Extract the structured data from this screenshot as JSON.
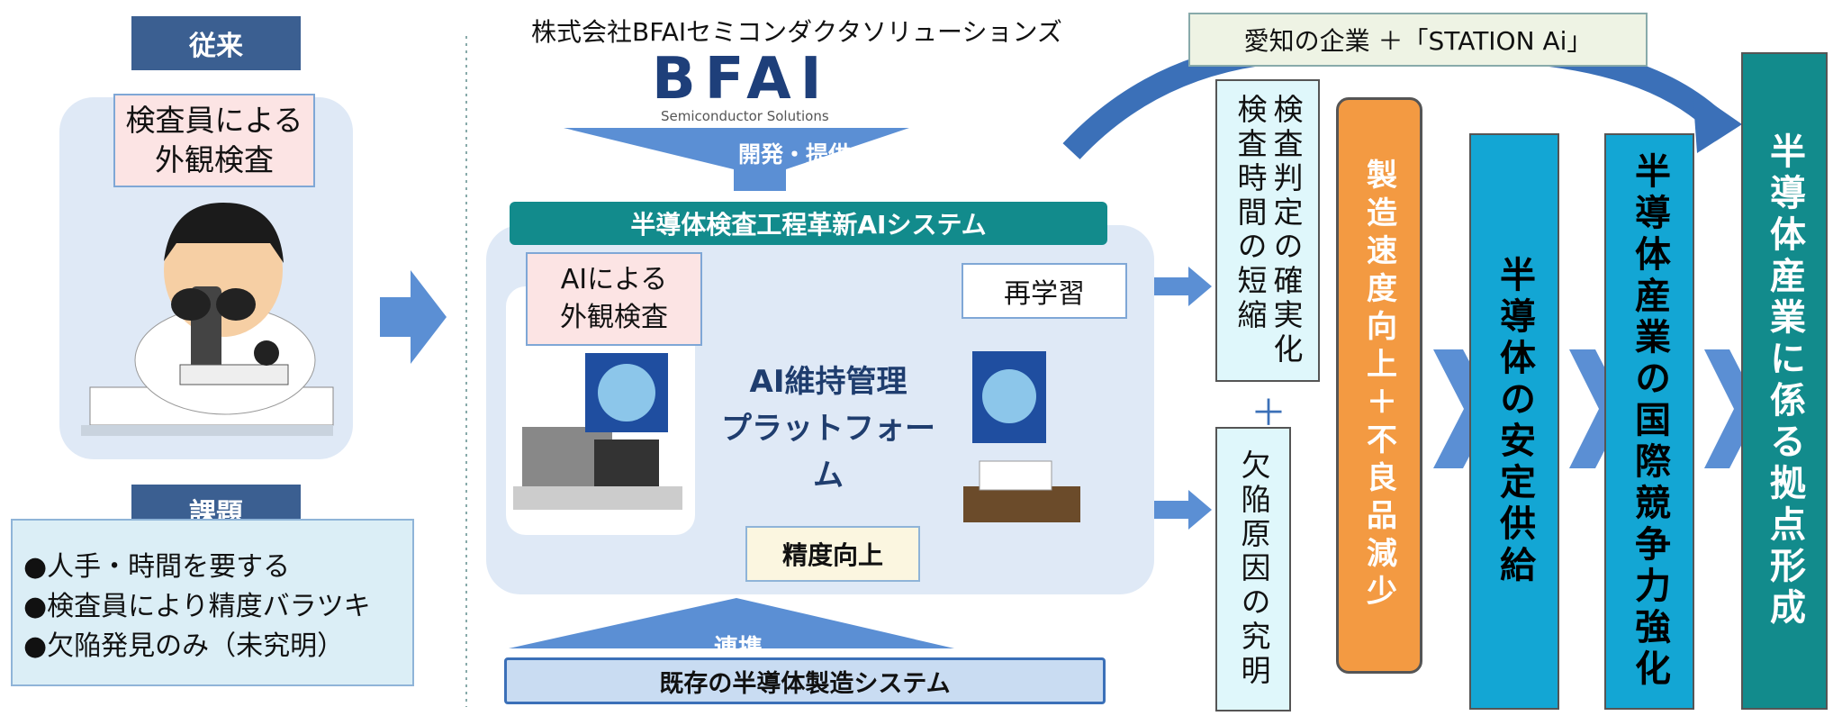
{
  "left": {
    "conventional_header": "従来",
    "inspector_box": "検査員による\n外観検査",
    "issues_header": "課題",
    "issues": [
      "●人手・時間を要する",
      "●検査員により精度バラツキ",
      "●欠陥発見のみ（未究明）"
    ]
  },
  "center": {
    "company": "株式会社BFAIセミコンダクタソリューションズ",
    "logo_main": "BFAI",
    "logo_sub": "Semiconductor Solutions",
    "dev_label": "開発・提供",
    "system_title": "半導体検査工程革新AIシステム",
    "ai_inspection": "AIによる\n外観検査",
    "relearn": "再学習",
    "platform": "AI維持管理\nプラットフォーム",
    "accuracy": "精度向上",
    "link_label": "連携",
    "existing_system": "既存の半導体製造システム"
  },
  "right": {
    "aichi": "愛知の企業 ＋「STATION Ai」",
    "result_a": "検査判定の確実化\n検査時間の短縮",
    "plus": "＋",
    "result_b": "欠陥原因の究明",
    "outcome_1": "製造速度向上＋不良品減少",
    "outcome_2": "半導体の安定供給",
    "outcome_3": "半導体産業の国際競争力強化",
    "outcome_4": "半導体産業に係る拠点形成"
  },
  "colors": {
    "navy": "#3b5f91",
    "teal": "#13a6d4",
    "orange": "#f39a42",
    "dark_teal": "#128b8c",
    "light_blue": "#dfe9f6",
    "arrow_blue": "#5b8fd4"
  }
}
